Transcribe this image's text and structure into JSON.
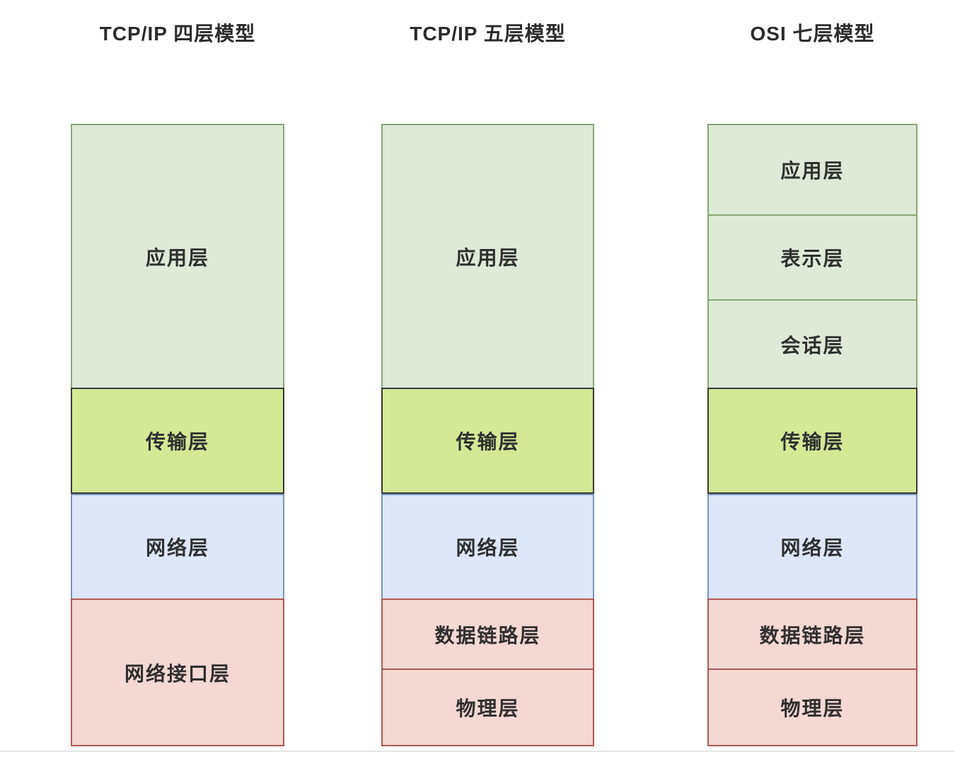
{
  "diagram": {
    "columns": [
      {
        "title": "TCP/IP 四层模型",
        "layers": [
          {
            "label": "应用层"
          },
          {
            "label": "传输层"
          },
          {
            "label": "网络层"
          },
          {
            "label": "网络接口层"
          }
        ]
      },
      {
        "title": "TCP/IP 五层模型",
        "layers": [
          {
            "label": "应用层"
          },
          {
            "label": "传输层"
          },
          {
            "label": "网络层"
          },
          {
            "label": "数据链路层"
          },
          {
            "label": "物理层"
          }
        ]
      },
      {
        "title": "OSI 七层模型",
        "layers": [
          {
            "label": "应用层"
          },
          {
            "label": "表示层"
          },
          {
            "label": "会话层"
          },
          {
            "label": "传输层"
          },
          {
            "label": "网络层"
          },
          {
            "label": "数据链路层"
          },
          {
            "label": "物理层"
          }
        ]
      }
    ],
    "colors": {
      "application_fill": "#dee9d8",
      "application_border": "#87a775",
      "transport_fill": "#d4e896",
      "transport_border": "#3a3a34",
      "network_fill": "#dde7f8",
      "network_border": "#7b93bd",
      "link_fill": "#f3d8d4",
      "link_border": "#ad5a52",
      "title_text": "#2b2b2b",
      "label_text": "#2f2f2f"
    }
  }
}
